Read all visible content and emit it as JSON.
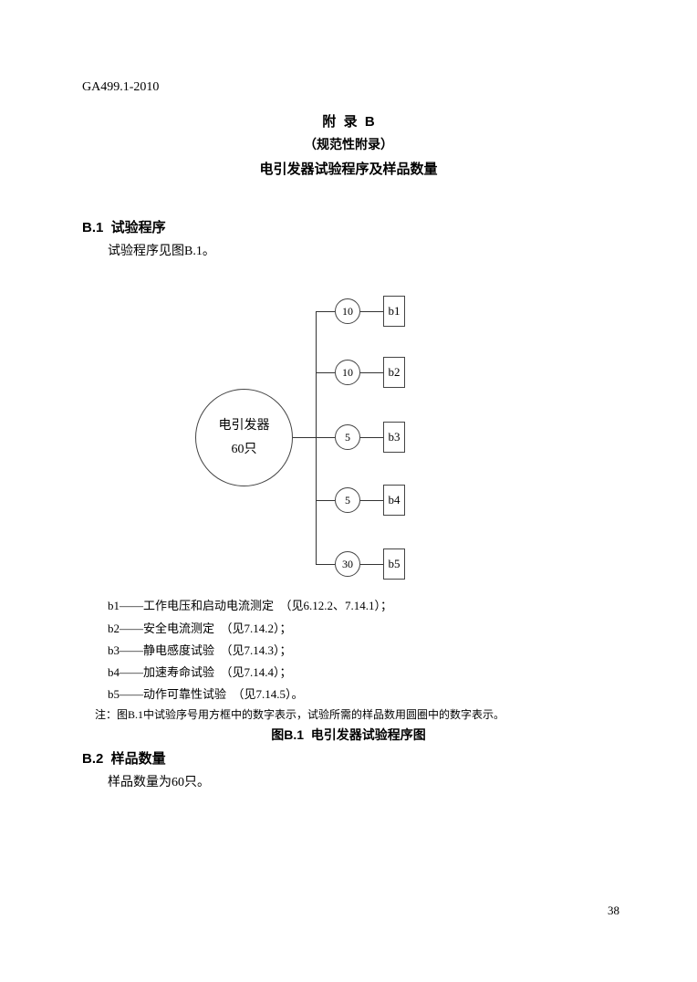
{
  "page": {
    "doc_number": "GA499.1-2010",
    "page_number": "38"
  },
  "header": {
    "appendix_title": "附  录  B",
    "appendix_subtitle": "（规范性附录）",
    "appendix_heading": "电引发器试验程序及样品数量"
  },
  "section_b1": {
    "heading": "B.1  试验程序",
    "body": "试验程序见图B.1。"
  },
  "diagram": {
    "source": {
      "line1": "电引发器",
      "line2": "60只"
    },
    "branches": [
      {
        "count": "10",
        "label": "b1"
      },
      {
        "count": "10",
        "label": "b2"
      },
      {
        "count": "5",
        "label": "b3"
      },
      {
        "count": "5",
        "label": "b4"
      },
      {
        "count": "30",
        "label": "b5"
      }
    ],
    "legend": [
      "b1——工作电压和启动电流测定  （见6.12.2、7.14.1）；",
      "b2——安全电流测定  （见7.14.2）；",
      "b3——静电感度试验  （见7.14.3）；",
      "b4——加速寿命试验  （见7.14.4）；",
      "b5——动作可靠性试验  （见7.14.5）。"
    ],
    "note": "注：图B.1中试验序号用方框中的数字表示，试验所需的样品数用圆圈中的数字表示。",
    "caption": "图B.1  电引发器试验程序图"
  },
  "section_b2": {
    "heading": "B.2  样品数量",
    "body": "样品数量为60只。"
  }
}
